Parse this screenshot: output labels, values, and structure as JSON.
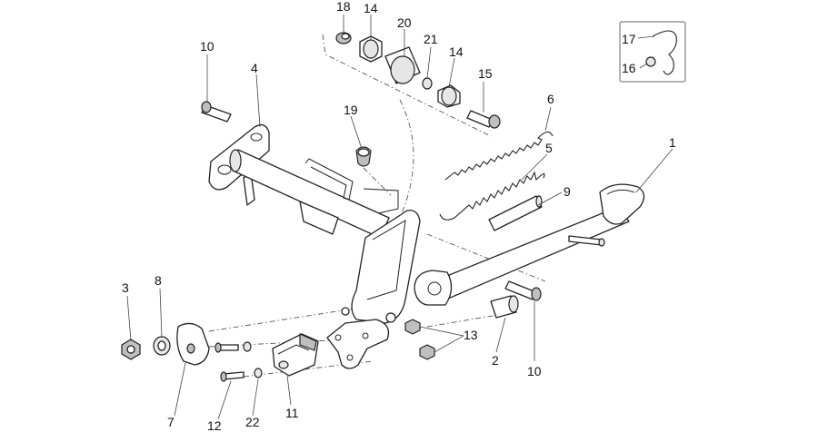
{
  "diagram": {
    "callouts": [
      {
        "id": "c1",
        "label": "1"
      },
      {
        "id": "c2",
        "label": "2"
      },
      {
        "id": "c3",
        "label": "3"
      },
      {
        "id": "c4",
        "label": "4"
      },
      {
        "id": "c5",
        "label": "5"
      },
      {
        "id": "c6",
        "label": "6"
      },
      {
        "id": "c7",
        "label": "7"
      },
      {
        "id": "c8",
        "label": "8"
      },
      {
        "id": "c9",
        "label": "9"
      },
      {
        "id": "c10a",
        "label": "10"
      },
      {
        "id": "c10b",
        "label": "10"
      },
      {
        "id": "c11",
        "label": "11"
      },
      {
        "id": "c12",
        "label": "12"
      },
      {
        "id": "c13",
        "label": "13"
      },
      {
        "id": "c14a",
        "label": "14"
      },
      {
        "id": "c14b",
        "label": "14"
      },
      {
        "id": "c15",
        "label": "15"
      },
      {
        "id": "c16",
        "label": "16"
      },
      {
        "id": "c17",
        "label": "17"
      },
      {
        "id": "c18",
        "label": "18"
      },
      {
        "id": "c19",
        "label": "19"
      },
      {
        "id": "c20",
        "label": "20"
      },
      {
        "id": "c21",
        "label": "21"
      },
      {
        "id": "c22",
        "label": "22"
      }
    ]
  }
}
